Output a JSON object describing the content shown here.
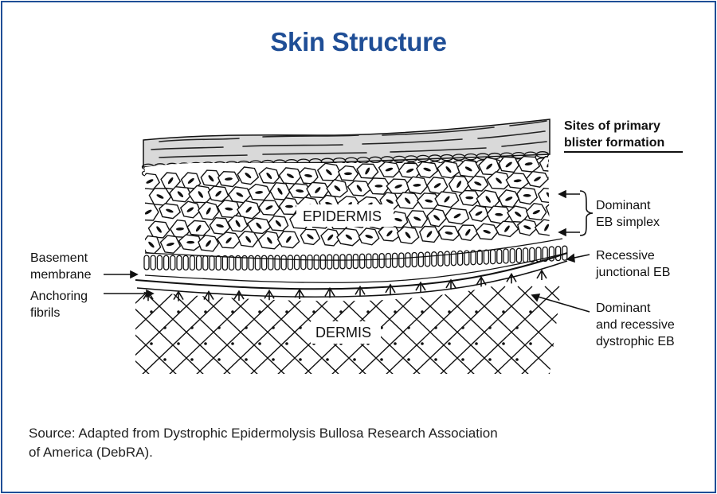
{
  "title": "Skin Structure",
  "sites_heading": [
    "Sites of primary",
    "blister formation"
  ],
  "layers": {
    "epidermis": "EPIDERMIS",
    "dermis": "DERMIS"
  },
  "left_labels": {
    "basement": [
      "Basement",
      "membrane"
    ],
    "anchoring": [
      "Anchoring",
      "fibrils"
    ]
  },
  "right_labels": {
    "simplex": [
      "Dominant",
      "EB simplex"
    ],
    "junctional": [
      "Recessive",
      "junctional EB"
    ],
    "dystrophic": [
      "Dominant",
      "and recessive",
      "dystrophic EB"
    ]
  },
  "source": [
    "Source: Adapted from Dystrophic Epidermolysis Bullosa Research Association",
    "of America (DebRA)."
  ],
  "colors": {
    "title": "#1f4e96",
    "border": "#1f4e96",
    "stratum_corneum": "#d9d9d9",
    "ink": "#111111"
  }
}
